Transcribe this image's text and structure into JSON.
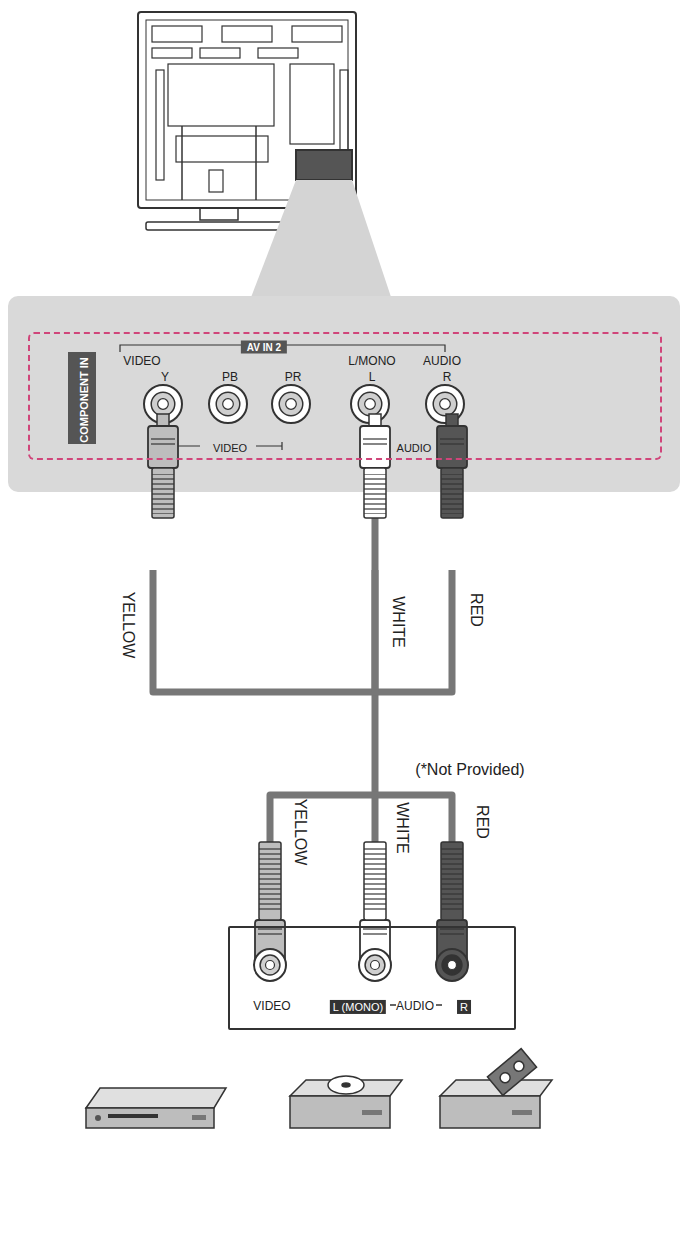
{
  "diagram": {
    "nodes": [
      {
        "text": [
          "AV IN 2",
          "VIDEO",
          "L/MONO",
          "AUDIO",
          "COMPONENT IN",
          "Y",
          "PB",
          "PR",
          "L",
          "R",
          "VIDEO",
          "AUDIO"
        ]
      },
      {
        "text": [
          "VIDEO",
          "L (MONO)",
          "AUDIO",
          "R"
        ]
      }
    ],
    "edges": [
      {
        "from": 1,
        "to": 0,
        "arrow": "none"
      }
    ],
    "labels": [
      "YELLOW",
      "WHITE",
      "RED",
      "(*Not Provided)",
      "YELLOW",
      "WHITE",
      "RED"
    ]
  }
}
